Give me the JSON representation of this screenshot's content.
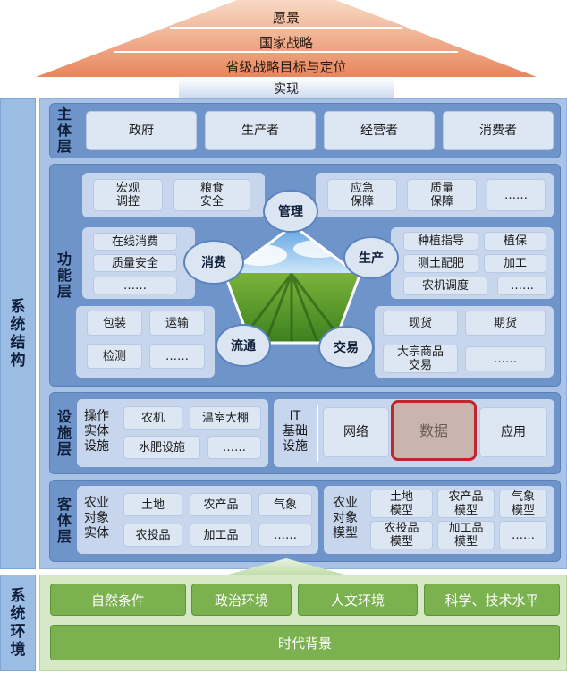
{
  "vision": {
    "items": [
      "愿景",
      "国家战略",
      "省级战略目标与定位"
    ],
    "realize_label": "实现",
    "colors": {
      "top": "#f8d9c4",
      "bottom": "#e8865d"
    }
  },
  "sidebar": {
    "structure_label": "系统结构",
    "environment_label": "系统环境"
  },
  "subject_layer": {
    "title": "主体层",
    "items": [
      "政府",
      "生产者",
      "经营者",
      "消费者"
    ]
  },
  "function_layer": {
    "title": "功能层",
    "top_left": [
      "宏观\n调控",
      "粮食\n安全"
    ],
    "top_right": [
      "应急\n保障",
      "质量\n保障",
      "……"
    ],
    "left_mid": [
      "在线消费",
      "质量安全",
      "……"
    ],
    "right_mid": [
      "种植指导",
      "植保",
      "测土配肥",
      "加工",
      "农机调度",
      "……"
    ],
    "left_bottom": [
      "包装",
      "运输",
      "检测",
      "……"
    ],
    "right_bottom": [
      "现货",
      "期货",
      "大宗商品\n交易",
      "……"
    ],
    "nodes": [
      "管理",
      "生产",
      "交易",
      "流通",
      "消费"
    ]
  },
  "facility_layer": {
    "title": "设施层",
    "op_label": "操作\n实体\n设施",
    "op_items": [
      "农机",
      "温室大棚",
      "水肥设施",
      "……"
    ],
    "it_label": "IT\n基础\n设施",
    "it_items": [
      "网络",
      "数据",
      "应用"
    ],
    "highlight_color": "#c0262c"
  },
  "object_layer": {
    "title": "客体层",
    "entity_label": "农业\n对象\n实体",
    "entity_items": [
      "土地",
      "农产品",
      "气象",
      "农投品",
      "加工品",
      "……"
    ],
    "model_label": "农业\n对象\n模型",
    "model_items": [
      "土地\n模型",
      "农产品\n模型",
      "气象\n模型",
      "农投品\n模型",
      "加工品\n模型",
      "……"
    ]
  },
  "environment": {
    "items": [
      "自然条件",
      "政治环境",
      "人文环境",
      "科学、技术水平"
    ],
    "era": "时代背景"
  }
}
